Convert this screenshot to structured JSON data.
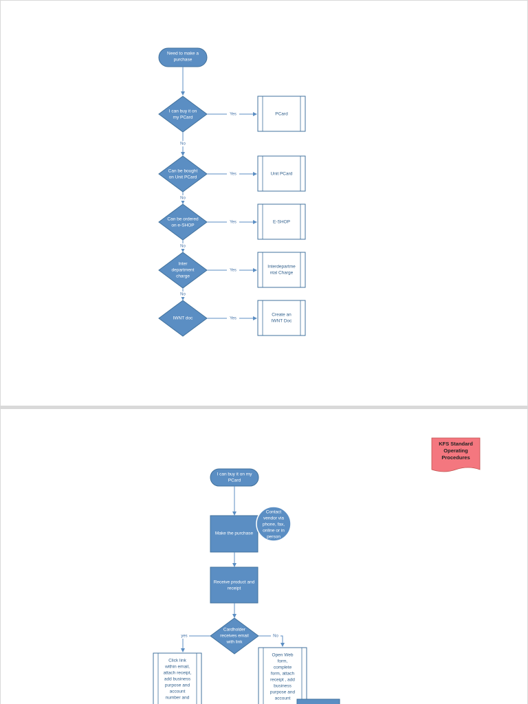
{
  "colors": {
    "shape_fill": "#5b8ec3",
    "shape_stroke": "#41719c",
    "line": "#5b8ec3",
    "kfs_fill": "#f4777f"
  },
  "page1": {
    "start": [
      "Need to make a",
      "purchase"
    ],
    "decisions": [
      {
        "text": [
          "I can buy it on",
          "my PCard"
        ],
        "yes": "Yes",
        "result": [
          "PCard"
        ]
      },
      {
        "text": [
          "Can be bought",
          "on Unit PCard"
        ],
        "yes": "Yes",
        "result": [
          "Unit PCard"
        ]
      },
      {
        "text": [
          "Can be ordered",
          "on e-SHOP"
        ],
        "yes": "Yes",
        "result": [
          "E-SHOP"
        ]
      },
      {
        "text": [
          "Inter",
          "department",
          "charge"
        ],
        "yes": "Yes",
        "result": [
          "Interdepartme",
          "ntal Charge"
        ]
      },
      {
        "text": [
          "IWNT doc"
        ],
        "yes": "Yes",
        "result": [
          "Create an",
          "IWNT Doc"
        ]
      }
    ],
    "no_labels": [
      "No",
      "No",
      "No",
      "No"
    ]
  },
  "page2": {
    "kfs_label": [
      "KFS Standard",
      "Operating",
      "Procedures"
    ],
    "start": [
      "I can buy it on my",
      "PCard"
    ],
    "step1": [
      "Make the purchase"
    ],
    "step1_note": [
      "Contact",
      "vendor via",
      "phone, fax,",
      "online or in",
      "person"
    ],
    "step2": [
      "Receive product and",
      "receipt"
    ],
    "decision": [
      "Cardholder",
      "receives email",
      "with link"
    ],
    "yes_label": "yes",
    "no_label": "No",
    "yes_box": [
      "Click link",
      "within email,",
      "attach receipt,",
      "add business",
      "purpose and",
      "account",
      "number and"
    ],
    "no_box": [
      "Open Web",
      "form,",
      "complete",
      "form, attach",
      "receipt , add",
      "business",
      "purpose and",
      "account"
    ]
  }
}
